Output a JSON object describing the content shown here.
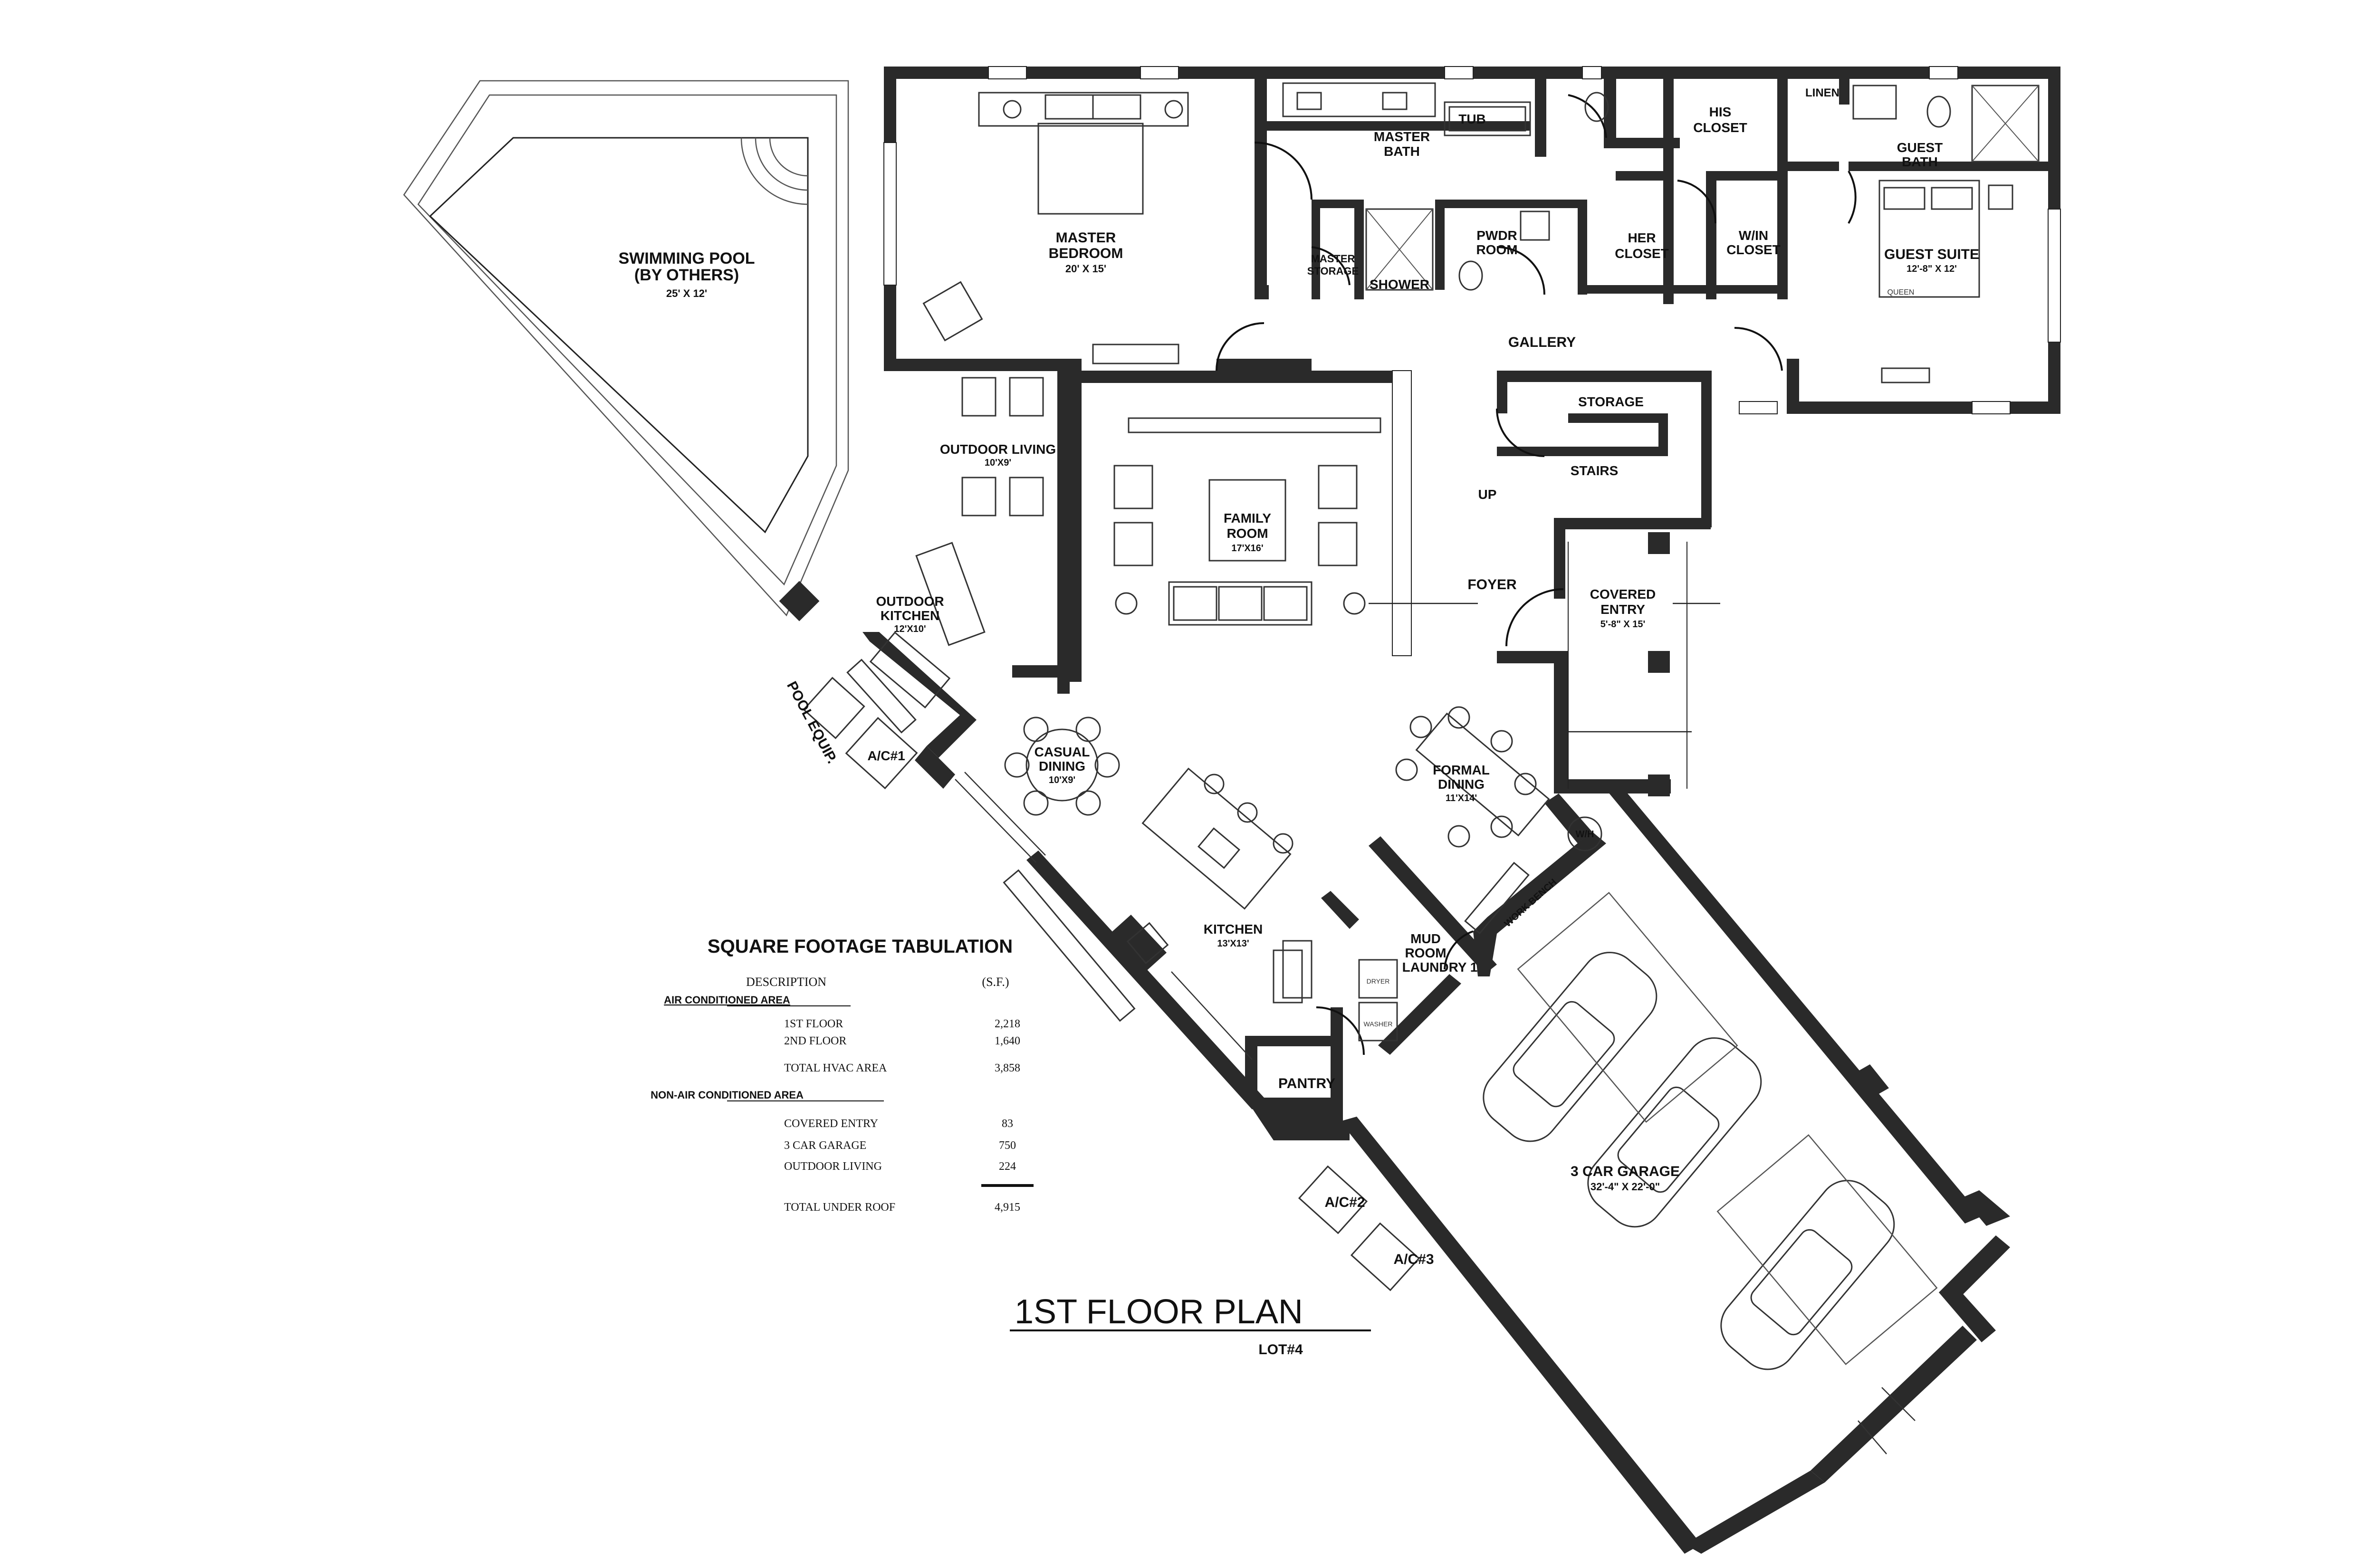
{
  "rooms": {
    "swimming_pool": {
      "line1": "SWIMMING POOL",
      "line2": "(BY OTHERS)",
      "size": "25' X 12'"
    },
    "master_bedroom": {
      "line1": "MASTER",
      "line2": "BEDROOM",
      "size": "20' X 15'"
    },
    "master_bath": {
      "line1": "MASTER",
      "line2": "BATH"
    },
    "tub": "TUB",
    "his_closet": {
      "line1": "HIS",
      "line2": "CLOSET"
    },
    "linen": "LINEN",
    "guest_bath": {
      "line1": "GUEST",
      "line2": "BATH"
    },
    "master_storage": {
      "line1": "MASTER",
      "line2": "STORAGE"
    },
    "shower": "SHOWER",
    "pwdr_room": {
      "line1": "PWDR",
      "line2": "ROOM"
    },
    "her_closet": {
      "line1": "HER",
      "line2": "CLOSET"
    },
    "win_closet": {
      "line1": "W/IN",
      "line2": "CLOSET"
    },
    "guest_suite": {
      "line1": "GUEST SUITE",
      "size": "12'-8\" X 12'",
      "bed": "QUEEN"
    },
    "gallery": "GALLERY",
    "storage": "STORAGE",
    "stairs": "STAIRS",
    "up": "UP",
    "outdoor_living": {
      "line1": "OUTDOOR LIVING",
      "size": "10'X9'"
    },
    "family_room": {
      "line1": "FAMILY",
      "line2": "ROOM",
      "size": "17'X16'"
    },
    "outdoor_kitchen": {
      "line1": "OUTDOOR",
      "line2": "KITCHEN",
      "size": "12'X10'"
    },
    "foyer": "FOYER",
    "covered_entry": {
      "line1": "COVERED",
      "line2": "ENTRY",
      "size": "5'-8\" X 15'"
    },
    "pool_equip": "POOL EQUIP.",
    "ac1": "A/C#1",
    "casual_dining": {
      "line1": "CASUAL",
      "line2": "DINING",
      "size": "10'X9'"
    },
    "formal_dining": {
      "line1": "FORMAL",
      "line2": "DINING",
      "size": "11'X14'"
    },
    "wh": "W/H",
    "work_bench": "WORK BENCH",
    "kitchen": {
      "line1": "KITCHEN",
      "size": "13'X13'"
    },
    "mud_room": {
      "line1": "MUD",
      "line2": "ROOM",
      "line3": "LAUNDRY 1"
    },
    "dryer": "DRYER",
    "washer": "WASHER",
    "pantry": "PANTRY",
    "garage": {
      "line1": "3 CAR GARAGE",
      "size": "32'-4\" X 22'-0\""
    },
    "ac2": "A/C#2",
    "ac3": "A/C#3"
  },
  "tabulation": {
    "title": "SQUARE FOOTAGE TABULATION",
    "col_description": "DESCRIPTION",
    "col_sf": "(S.F.)",
    "section_ac": "AIR CONDITIONED AREA",
    "rows_ac": [
      {
        "label": "1ST FLOOR",
        "value": "2,218"
      },
      {
        "label": "2ND FLOOR",
        "value": "1,640"
      },
      {
        "label": "TOTAL HVAC AREA",
        "value": "3,858"
      }
    ],
    "section_non_ac": "NON-AIR CONDITIONED AREA",
    "rows_non_ac": [
      {
        "label": "COVERED ENTRY",
        "value": "83"
      },
      {
        "label": "3 CAR GARAGE",
        "value": "750"
      },
      {
        "label": "OUTDOOR LIVING",
        "value": "224"
      }
    ],
    "total": {
      "label": "TOTAL UNDER ROOF",
      "value": "4,915"
    }
  },
  "title_block": {
    "title": "1ST FLOOR PLAN",
    "subtitle": "LOT#4"
  }
}
